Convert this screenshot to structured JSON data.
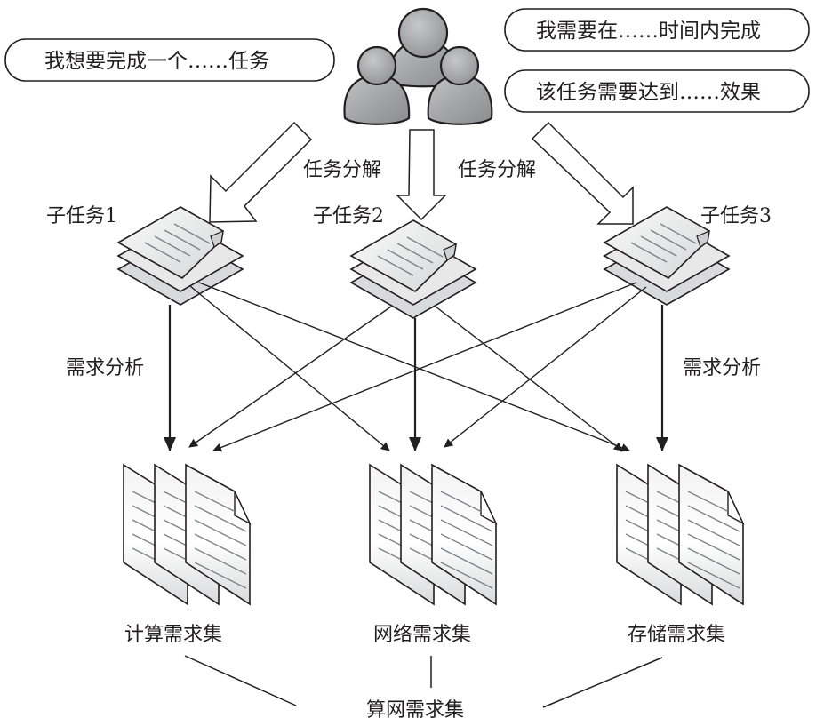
{
  "bubbles": {
    "left": "我想要完成一个……任务",
    "right_top": "我需要在……时间内完成",
    "right_bottom": "该任务需要达到……效果"
  },
  "decomposition": {
    "label_left": "任务分解",
    "label_right": "任务分解"
  },
  "subtasks": [
    {
      "label": "子任务1"
    },
    {
      "label": "子任务2"
    },
    {
      "label": "子任务3"
    }
  ],
  "analysis": {
    "label_left": "需求分析",
    "label_right": "需求分析"
  },
  "requirement_sets": [
    {
      "label": "计算需求集"
    },
    {
      "label": "网络需求集"
    },
    {
      "label": "存储需求集"
    }
  ],
  "aggregate": {
    "label": "算网需求集"
  },
  "colors": {
    "stroke": "#231f20",
    "person_fill": "#a7a9ac",
    "doc_light": "#f7f7f7",
    "doc_dark": "#c8c9cb",
    "doc_line": "#808285"
  }
}
